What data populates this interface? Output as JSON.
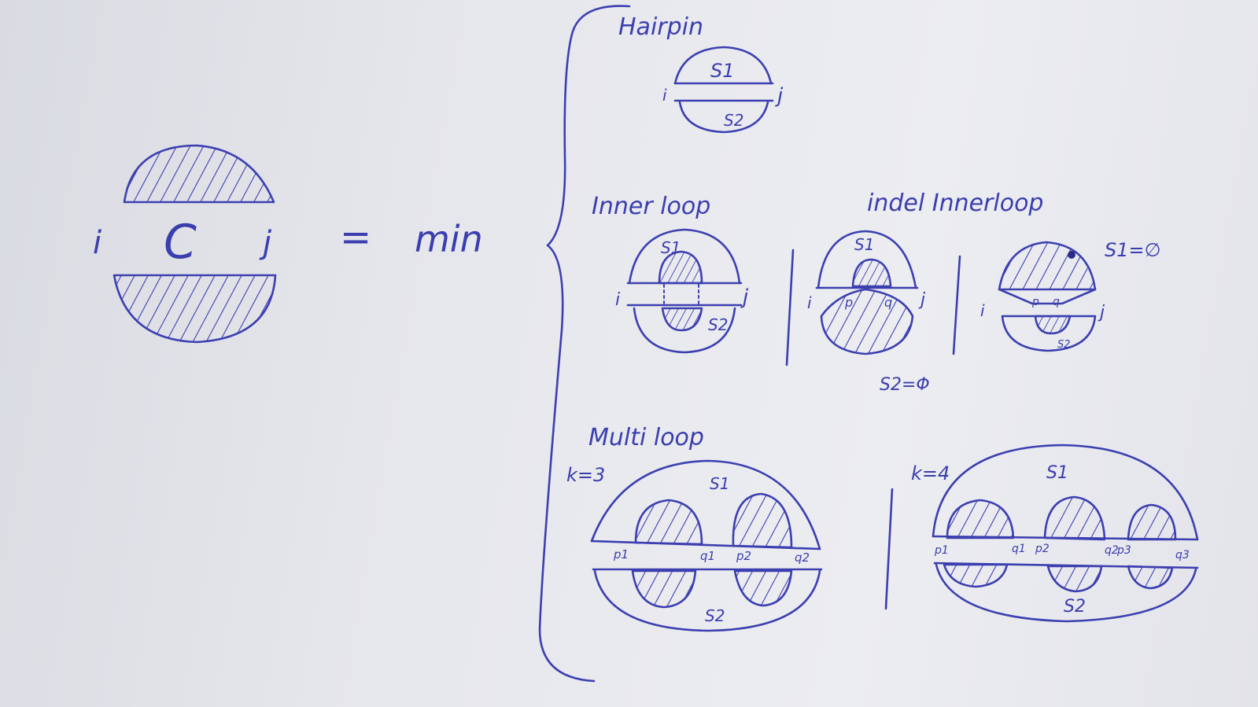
{
  "equation": {
    "i": "i",
    "c": "C",
    "j": "j",
    "eq": "=",
    "op": "min"
  },
  "hairpin": {
    "title": "Hairpin",
    "s1": "S1",
    "s2": "S2",
    "i": "i",
    "j": "j"
  },
  "inner_loop": {
    "title": "Inner loop",
    "s1": "S1",
    "s2": "S2",
    "i": "i",
    "j": "j"
  },
  "indel_inner_loop": {
    "title": "indel Innerloop",
    "left": {
      "s1": "S1",
      "p": "p",
      "q": "q",
      "i": "i",
      "j": "j",
      "s2_empty": "S2=Φ"
    },
    "right": {
      "s1_empty": "S1=∅",
      "p": "p",
      "q": "q",
      "s2": "S2",
      "i": "i",
      "j": "j"
    }
  },
  "multi_loop": {
    "title": "Multi loop",
    "k3": {
      "k": "k=3",
      "s1": "S1",
      "s2": "S2",
      "p1": "p1",
      "q1": "q1",
      "p2": "p2",
      "q2": "q2"
    },
    "k4": {
      "k": "k=4",
      "s1": "S1",
      "s2": "S2",
      "p1": "p1",
      "q1": "q1",
      "p2": "p2",
      "q2": "q2",
      "p3": "p3",
      "q3": "q3"
    }
  }
}
